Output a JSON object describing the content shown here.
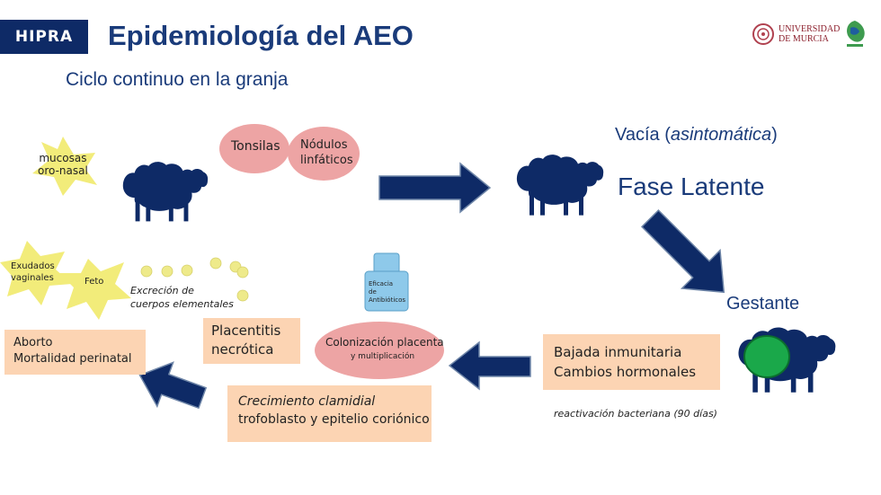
{
  "header": {
    "logo": "HIPRA",
    "title": "Epidemiología del AEO",
    "subtitle": "Ciclo continuo en la granja",
    "university_line1": "UNIVERSIDAD",
    "university_line2": "DE MURCIA",
    "university_logo_icon": "university-seal-icon",
    "secondary_logo_icon": "sheep-goat-logo-icon"
  },
  "diagram": {
    "star_mucosas": "mucosas\noro-nasal",
    "tonsilas": "Tonsilas",
    "nodulos": "Nódulos\nlinfáticos",
    "vacia_prefix": "Vacía (",
    "vacia_italic": "asintomática",
    "vacia_suffix": ")",
    "fase_latente": "Fase Latente",
    "gestante": "Gestante",
    "bajada": "Bajada inmunitaria\nCambios hormonales",
    "reactivacion": "reactivación bacteriana (90 días)",
    "colonizacion_line1": "Colonización placenta",
    "colonizacion_line2": "y multiplicación",
    "eficacia": "Eficacia\nde\nAntibióticos",
    "crecimiento_italic": "Crecimiento clamidial",
    "crecimiento_line2": "trofoblasto y epitelio coriónico",
    "placentitis": "Placentitis\nnecrótica",
    "excrecion": "Excreción de\ncuerpos elementales",
    "star_exudados": "Exudados\nvaginales",
    "star_feto": "Feto",
    "aborto": "Aborto\nMortalidad perinatal",
    "sheep_icon": "sheep-icon",
    "arrow_icon": "arrow-icon",
    "bottle_icon": "antibiotic-bottle-icon"
  },
  "colors": {
    "navy": "#0e2a66",
    "title_blue": "#1a3b7a",
    "peach": "#fcd4b3",
    "pink": "#eda4a4",
    "star_yellow": "#f2ec7a",
    "dot_yellow": "#eeea8a",
    "bottle_blue": "#8ec9ea",
    "green": "#1aa84a"
  }
}
